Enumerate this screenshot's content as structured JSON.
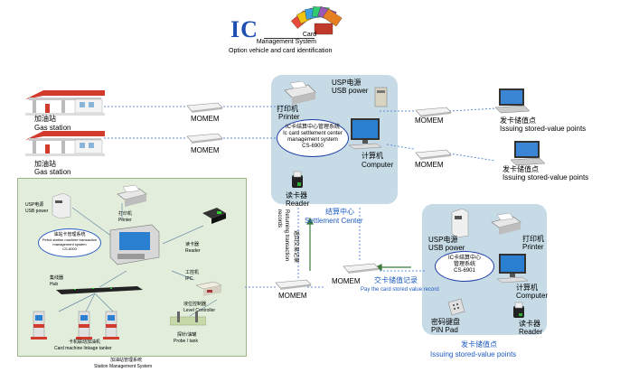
{
  "header": {
    "logo_letters": "IC",
    "logo_words": "Card\nManagement System",
    "subtitle": "Option vehicle and card identification"
  },
  "colors": {
    "settlement_panel": "#c6dbe6",
    "issuing_panel": "#c6dbe6",
    "station_panel": "#e2eedb",
    "dashed_line": "#5b8fd6",
    "ellipse_border": "#1f3fa6",
    "blue_text": "#1e5bbf"
  },
  "left": {
    "gas_station_1": {
      "cn": "加油站",
      "en": "Gas station"
    },
    "gas_station_2": {
      "cn": "加油站",
      "en": "Gas station"
    },
    "momem_1": "MOMEM",
    "momem_2": "MOMEM"
  },
  "settlement": {
    "ups_cn": "USP电源",
    "ups_en": "USB power",
    "printer_cn": "打印机",
    "printer_en": "Printer",
    "ellipse_lines": [
      "IC卡结算中心管理系统",
      "Ic card settlement center",
      "management system",
      "CS-6900"
    ],
    "computer_cn": "计算机",
    "computer_en": "Computer",
    "reader_cn": "读卡器",
    "reader_en": "Reader",
    "center_cn": "结算中心",
    "center_en": "Settlement Center"
  },
  "right_top": {
    "momem_1": "MOMEM",
    "momem_2": "MOMEM",
    "point_1": {
      "cn": "发卡储值点",
      "en": "Issuing stored-value points"
    },
    "point_2": {
      "cn": "发卡储值点",
      "en": "Issuing stored-value points"
    }
  },
  "middle": {
    "returning_en": "Returning transaction",
    "returning_en2": "records",
    "returning_cn": "返回交易记录",
    "momem_left": "MOMEM",
    "momem_right": "MOMEM",
    "paycard_cn": "交卡储值记录",
    "paycard_en": "Pay the card stored value record"
  },
  "issuing": {
    "ups_cn": "USP电源",
    "ups_en": "USB power",
    "printer_cn": "打印机",
    "printer_en": "Printer",
    "ellipse_lines": [
      "IC卡结算中心",
      "管理系统",
      "CS-6901"
    ],
    "computer_cn": "计算机",
    "computer_en": "Computer",
    "pinpad_cn": "密码键盘",
    "pinpad_en": "PIN Pad",
    "reader_cn": "读卡器",
    "reader_en": "Reader",
    "title_cn": "发卡储值点",
    "title_en": "Issuing stored-value points"
  },
  "station_mgmt": {
    "ups_cn": "USP电源",
    "ups_en": "USB power",
    "printer_cn": "打印机",
    "printer_en": "Printer",
    "ellipse_lines": [
      "油站卡管理系统",
      "Petrol station machine transaction",
      "management system",
      "CS-6000"
    ],
    "reader_cn": "读卡器",
    "reader_en": "Reader",
    "hub_cn": "集线器",
    "hub_en": "Hub",
    "ipc_cn": "工控机",
    "ipc_en": "IPC",
    "level_cn": "液位控制器",
    "level_en": "Level Controller",
    "probe_cn": "探针/油罐",
    "probe_en": "Probe / tank",
    "dispenser_cn": "卡机联动加油机",
    "dispenser_en": "Card machine linkage tanker",
    "title_cn": "加油站管理系统",
    "title_en": "Station Management System"
  }
}
